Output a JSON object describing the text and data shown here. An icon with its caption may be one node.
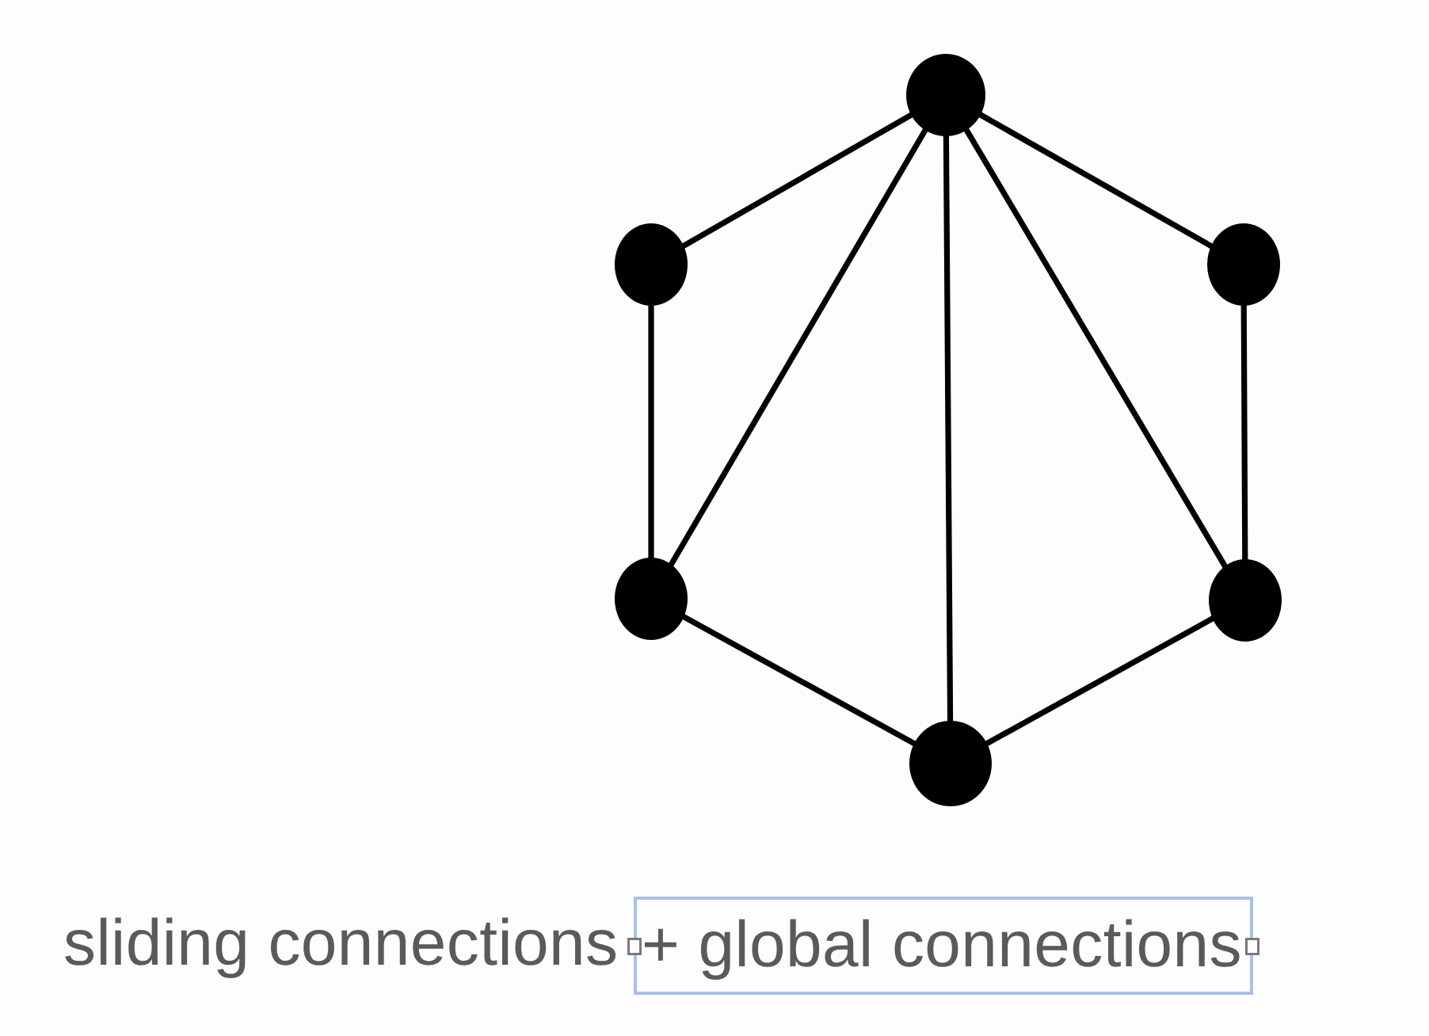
{
  "diagram": {
    "nodes": [
      {
        "text": [],
        "shape": "circle"
      },
      {
        "text": [],
        "shape": "circle"
      },
      {
        "text": [],
        "shape": "circle"
      },
      {
        "text": [],
        "shape": "circle"
      },
      {
        "text": [],
        "shape": "circle"
      },
      {
        "text": [],
        "shape": "circle"
      }
    ],
    "edges": [
      {
        "from": 0,
        "to": 1,
        "arrow": "none"
      },
      {
        "from": 0,
        "to": 2,
        "arrow": "none"
      },
      {
        "from": 1,
        "to": 3,
        "arrow": "none"
      },
      {
        "from": 2,
        "to": 4,
        "arrow": "none"
      },
      {
        "from": 3,
        "to": 5,
        "arrow": "none"
      },
      {
        "from": 4,
        "to": 5,
        "arrow": "none"
      },
      {
        "from": 0,
        "to": 3,
        "arrow": "none"
      },
      {
        "from": 0,
        "to": 5,
        "arrow": "none"
      },
      {
        "from": 0,
        "to": 4,
        "arrow": "none"
      }
    ],
    "labels": [
      "sliding connections",
      "+ global connections"
    ]
  }
}
